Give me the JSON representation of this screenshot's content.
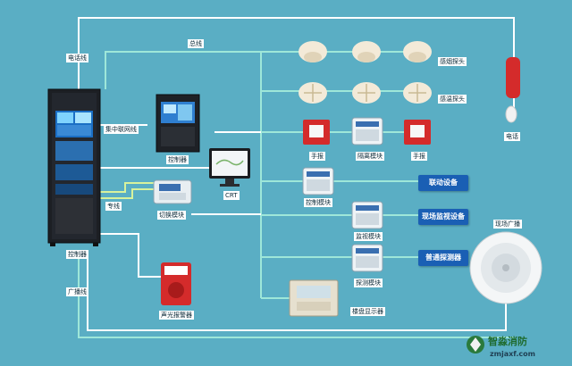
{
  "labels": {
    "phone_line": "电话线",
    "bus_line": "总线",
    "smoke_detector": "感烟探头",
    "heat_detector": "感温探头",
    "phone": "电话",
    "network_line": "集中联网线",
    "controller_panel": "控制器",
    "crt": "CRT",
    "manual_alarm_left": "手报",
    "isolation_module": "隔离模块",
    "manual_alarm_right": "手报",
    "special_line": "专线",
    "switch_module": "切换模块",
    "control_module": "控制模块",
    "monitor_module": "监视模块",
    "detection_module": "探测模块",
    "main_controller": "控制器",
    "broadcast_line": "广播线",
    "sound_light_alarm": "声光报警器",
    "floor_display": "楼盘显示器",
    "speaker": "现场广播"
  },
  "boxes": {
    "linkage": "联动设备",
    "field_monitor": "现场监视设备",
    "normal_detector": "普通探测器"
  },
  "watermark": {
    "brand": "智淼消防",
    "url": "zmjaxf.com"
  },
  "colors": {
    "background": "#5aaec4",
    "line_main": "#ffffff",
    "line_bus": "#9ee7d9",
    "box": "#1a5fb4"
  }
}
